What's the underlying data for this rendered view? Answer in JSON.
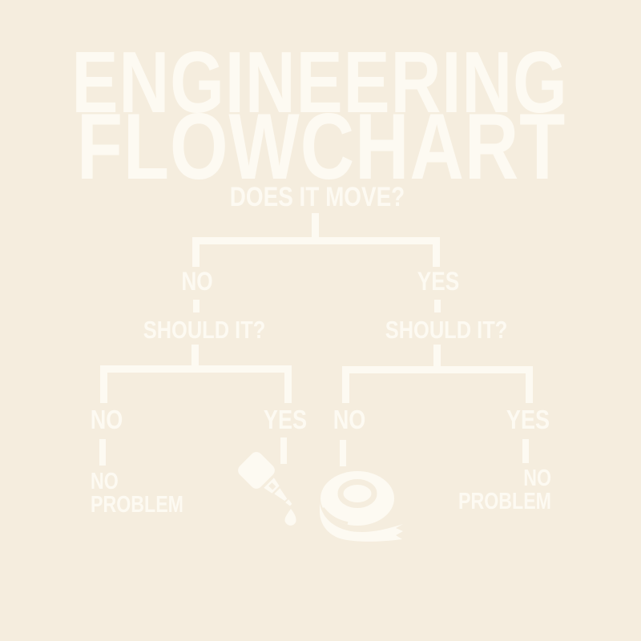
{
  "poster": {
    "background_color": "#f5edde",
    "ink_color": "#fdfaf2",
    "title_line1": "ENGINEERING",
    "title_line2": "FLOWCHART"
  },
  "flowchart": {
    "root_question": "DOES IT MOVE?",
    "branch_no": {
      "answer": "NO",
      "question": "SHOULD IT?",
      "no": {
        "answer": "NO",
        "outcome_line1": "NO",
        "outcome_line2": "PROBLEM"
      },
      "yes": {
        "answer": "YES",
        "outcome_icon": "oil-bottle-icon"
      }
    },
    "branch_yes": {
      "answer": "YES",
      "question": "SHOULD IT?",
      "no": {
        "answer": "NO",
        "outcome_icon": "duct-tape-icon"
      },
      "yes": {
        "answer": "YES",
        "outcome_line1": "NO",
        "outcome_line2": "PROBLEM"
      }
    }
  }
}
